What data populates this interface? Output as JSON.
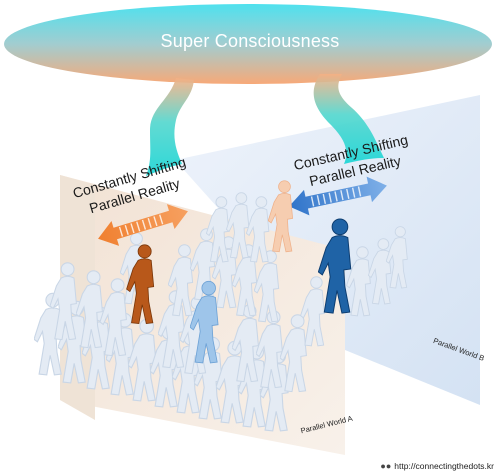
{
  "diagram": {
    "oval_title": "Super Consciousness",
    "shift_label_left": "Constantly Shifting\nParallel Reality",
    "shift_label_right": "Constantly Shifting\nParallel Reality",
    "world_a": "Parallel World A",
    "world_b": "Parallel World B",
    "credit": "http://connectingthedots.kr",
    "credit_icon": "people-icon"
  },
  "colors": {
    "oval_top": "#4fe1ee",
    "oval_bottom": "#f7a978",
    "stream": "#2fd8d2",
    "orange_person": "#b8581a",
    "blue_person": "#1f63a6",
    "orange_arrow": "#f26d21",
    "blue_arrow": "#2f73c9",
    "world_a_panel": "#f6ece3",
    "world_b_panel": "#dde8f6",
    "ghost_figure": "#dfe7f2"
  }
}
